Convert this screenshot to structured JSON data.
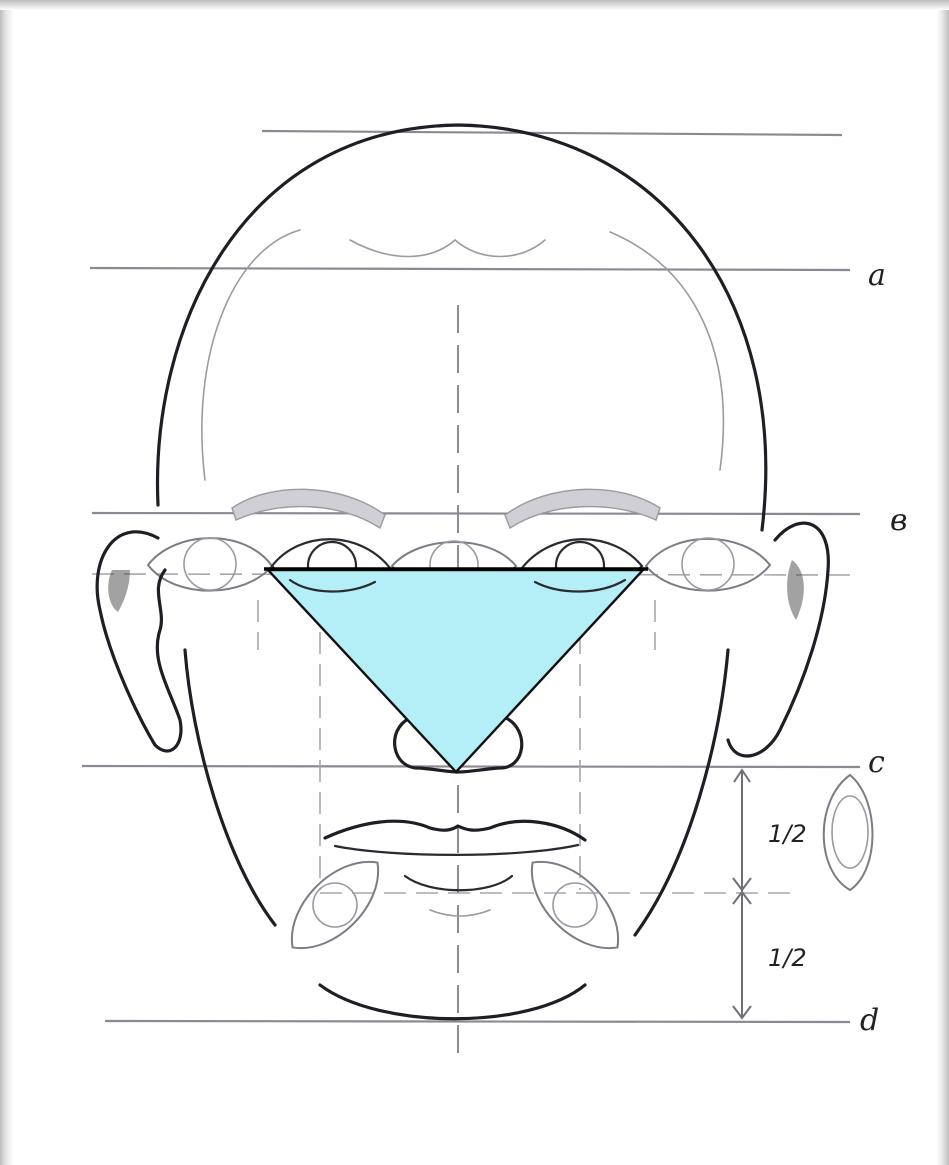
{
  "labels": {
    "line_a": "a",
    "line_b": "в",
    "line_c": "c",
    "line_d": "d",
    "upper_half": "1/2",
    "lower_half": "1/2"
  },
  "colors": {
    "triangle_fill": "#b4eef6",
    "ink": "#1e1e24",
    "guide_lines": "#8a8a92"
  },
  "icons": {
    "eye_sketch": "eye-icon",
    "ear_sketch": "ear-icon"
  }
}
